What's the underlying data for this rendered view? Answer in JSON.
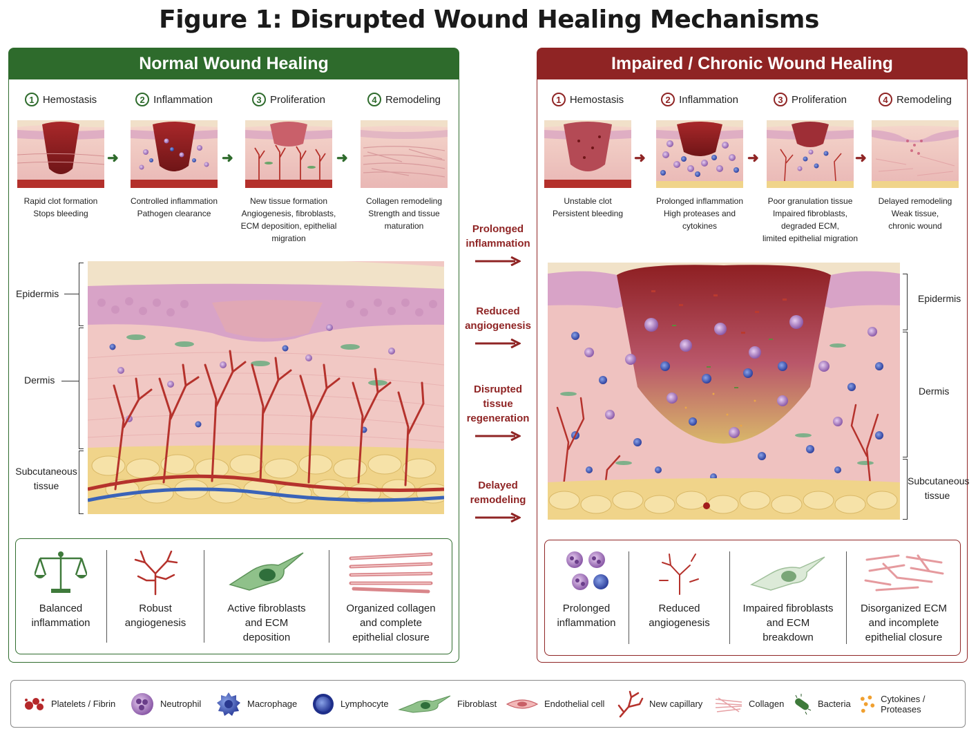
{
  "title": "Figure 1: Disrupted Wound Healing Mechanisms",
  "normal": {
    "header": "Normal Wound Healing",
    "stages": [
      {
        "num": "1",
        "name": "Hemostasis",
        "desc": "Rapid clot formation\nStops bleeding"
      },
      {
        "num": "2",
        "name": "Inflammation",
        "desc": "Controlled inflammation\nPathogen clearance"
      },
      {
        "num": "3",
        "name": "Proliferation",
        "desc": "New tissue formation\nAngiogenesis, fibroblasts,\nECM deposition, epithelial\nmigration"
      },
      {
        "num": "4",
        "name": "Remodeling",
        "desc": "Collagen remodeling\nStrength and tissue\nmaturation"
      }
    ],
    "layers": [
      "Epidermis",
      "Dermis",
      "Subcutaneous\ntissue"
    ],
    "summary": [
      "Balanced\ninflammation",
      "Robust\nangiogenesis",
      "Active fibroblasts\nand ECM\ndeposition",
      "Organized collagen\nand complete\nepithelial closure"
    ]
  },
  "impaired": {
    "header": "Impaired / Chronic Wound Healing",
    "stages": [
      {
        "num": "1",
        "name": "Hemostasis",
        "desc": "Unstable clot\nPersistent bleeding"
      },
      {
        "num": "2",
        "name": "Inflammation",
        "desc": "Prolonged inflammation\nHigh proteases and\ncytokines"
      },
      {
        "num": "3",
        "name": "Proliferation",
        "desc": "Poor granulation tissue\nImpaired fibroblasts,\ndegraded ECM,\nlimited epithelial migration"
      },
      {
        "num": "4",
        "name": "Remodeling",
        "desc": "Delayed remodeling\nWeak tissue,\nchronic wound"
      }
    ],
    "layers": [
      "Epidermis",
      "Dermis",
      "Subcutaneous\ntissue"
    ],
    "summary": [
      "Prolonged\ninflammation",
      "Reduced\nangiogenesis",
      "Impaired fibroblasts\nand ECM\nbreakdown",
      "Disorganized ECM\nand incomplete\nepithelial closure"
    ]
  },
  "transitions": [
    "Prolonged\ninflammation",
    "Reduced\nangiogenesis",
    "Disrupted\ntissue\nregeneration",
    "Delayed\nremodeling"
  ],
  "legend": [
    {
      "icon": "platelets-icon",
      "label": "Platelets / Fibrin"
    },
    {
      "icon": "neutrophil-icon",
      "label": "Neutrophil"
    },
    {
      "icon": "macrophage-icon",
      "label": "Macrophage"
    },
    {
      "icon": "lymphocyte-icon",
      "label": "Lymphocyte"
    },
    {
      "icon": "fibroblast-icon",
      "label": "Fibroblast"
    },
    {
      "icon": "endothelial-cell-icon",
      "label": "Endothelial cell"
    },
    {
      "icon": "capillary-icon",
      "label": "New capillary"
    },
    {
      "icon": "collagen-icon",
      "label": "Collagen"
    },
    {
      "icon": "bacteria-icon",
      "label": "Bacteria"
    },
    {
      "icon": "cytokines-icon",
      "label": "Cytokines / Proteases"
    }
  ],
  "colors": {
    "normal": "#2e6b2c",
    "impaired": "#8f2424",
    "skin": "#efc2c0",
    "fat": "#f0d48a",
    "vessel": "#b5322c",
    "vein": "#3a63b8"
  }
}
